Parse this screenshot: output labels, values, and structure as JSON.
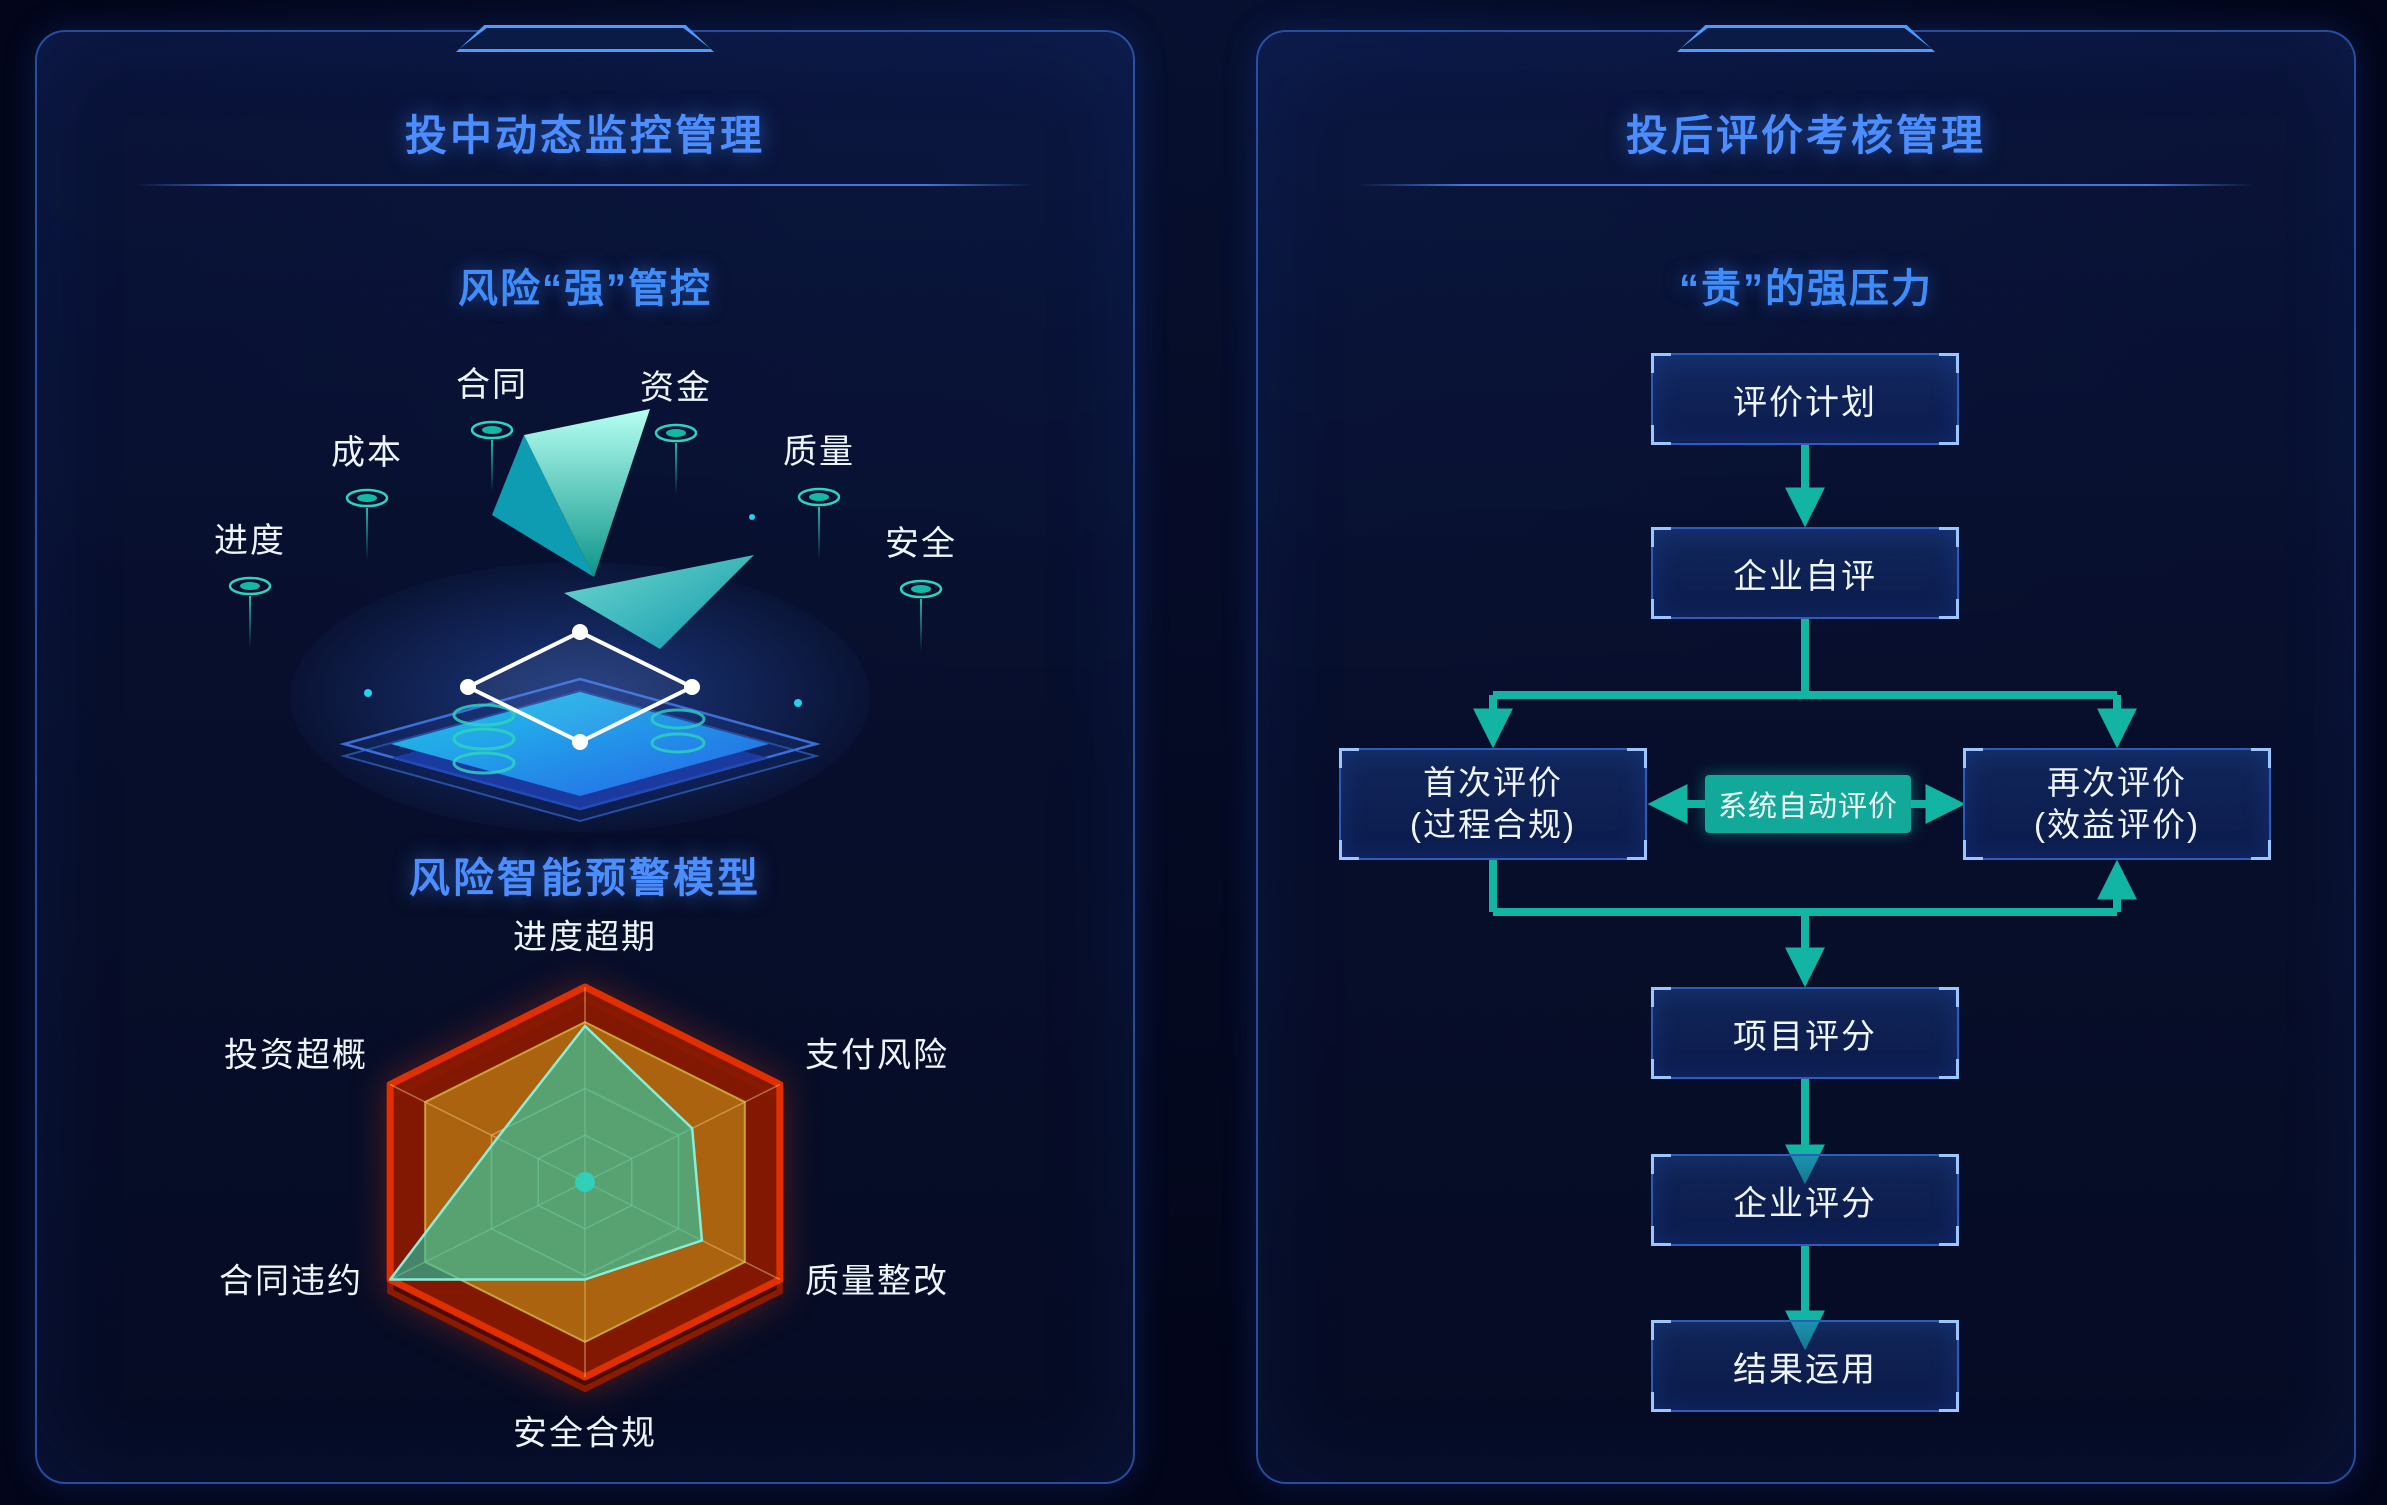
{
  "colors": {
    "accent_blue": "#4c8dff",
    "flow_teal": "#12b5a3",
    "radar_red": "#e22f00",
    "radar_amber": "#b06a10",
    "radar_data_teal": "#2dd4bf"
  },
  "left_panel": {
    "title": "投中动态监控管理",
    "subtitle": "风险“强”管控",
    "risk_labels": [
      "合同",
      "资金",
      "成本",
      "质量",
      "进度",
      "安全"
    ],
    "model_title": "风险智能预警模型"
  },
  "right_panel": {
    "title": "投后评价考核管理",
    "subtitle": "“责”的强压力",
    "flow": {
      "plan": "评价计划",
      "self_eval": "企业自评",
      "first_eval_line1": "首次评价",
      "first_eval_line2": "(过程合规)",
      "auto_eval": "系统自动评价",
      "second_eval_line1": "再次评价",
      "second_eval_line2": "(效益评价)",
      "project_score": "项目评分",
      "enterprise_score": "企业评分",
      "result_use": "结果运用"
    }
  },
  "chart_data": {
    "type": "radar",
    "title": "风险智能预警模型",
    "categories": [
      "进度超期",
      "支付风险",
      "质量整改",
      "安全合规",
      "合同违约",
      "投资超概"
    ],
    "values": [
      0.8,
      0.55,
      0.6,
      0.5,
      1.0,
      0.45
    ],
    "scale": [
      0,
      1
    ],
    "grid_levels": [
      0.24,
      0.48,
      0.82,
      1.0
    ],
    "legend": "none",
    "style": "hexagonal radar, red outer rim, amber mid region with web grid, translucent teal data polygon"
  }
}
